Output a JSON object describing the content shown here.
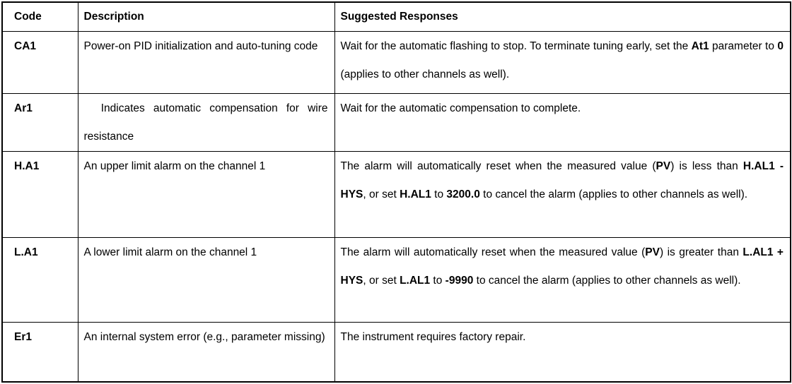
{
  "table": {
    "columns": [
      "Code",
      "Description",
      "Suggested Responses"
    ],
    "rows": [
      {
        "code": "CA1",
        "description": [
          {
            "t": "Power-on PID initialization and auto-tuning code"
          }
        ],
        "response": [
          {
            "t": "Wait for the automatic flashing to stop. To terminate tuning early, set the "
          },
          {
            "t": "At1",
            "b": true
          },
          {
            "t": " parameter to "
          },
          {
            "t": "0",
            "b": true
          },
          {
            "t": " (applies to other channels as well)."
          }
        ]
      },
      {
        "code": "Ar1",
        "description": [
          {
            "t": "  Indicates automatic compensation for wire resistance"
          }
        ],
        "response": [
          {
            "t": "Wait for the automatic compensation to complete."
          }
        ]
      },
      {
        "code": "H.A1",
        "description": [
          {
            "t": "An upper limit alarm on the channel 1"
          }
        ],
        "response": [
          {
            "t": "The alarm will automatically reset when the measured value ("
          },
          {
            "t": "PV",
            "b": true
          },
          {
            "t": ") is less than "
          },
          {
            "t": "H.AL1 - HYS",
            "b": true
          },
          {
            "t": ", or set "
          },
          {
            "t": "H.AL1",
            "b": true
          },
          {
            "t": " to "
          },
          {
            "t": "3200.0",
            "b": true
          },
          {
            "t": " to cancel the alarm (applies to other channels as well)."
          }
        ]
      },
      {
        "code": "L.A1",
        "description": [
          {
            "t": "A lower limit alarm on the channel 1"
          }
        ],
        "response": [
          {
            "t": "The alarm will automatically reset when the measured value ("
          },
          {
            "t": "PV",
            "b": true
          },
          {
            "t": ") is greater than "
          },
          {
            "t": "L.AL1 + HYS",
            "b": true
          },
          {
            "t": ", or set "
          },
          {
            "t": "L.AL1",
            "b": true
          },
          {
            "t": " to "
          },
          {
            "t": "-9990",
            "b": true
          },
          {
            "t": " to cancel the alarm (applies to other channels as well)."
          }
        ]
      },
      {
        "code": "Er1",
        "description": [
          {
            "t": "An internal system error (e.g., parameter missing)"
          }
        ],
        "response": [
          {
            "t": "The instrument requires factory repair."
          }
        ]
      }
    ]
  }
}
